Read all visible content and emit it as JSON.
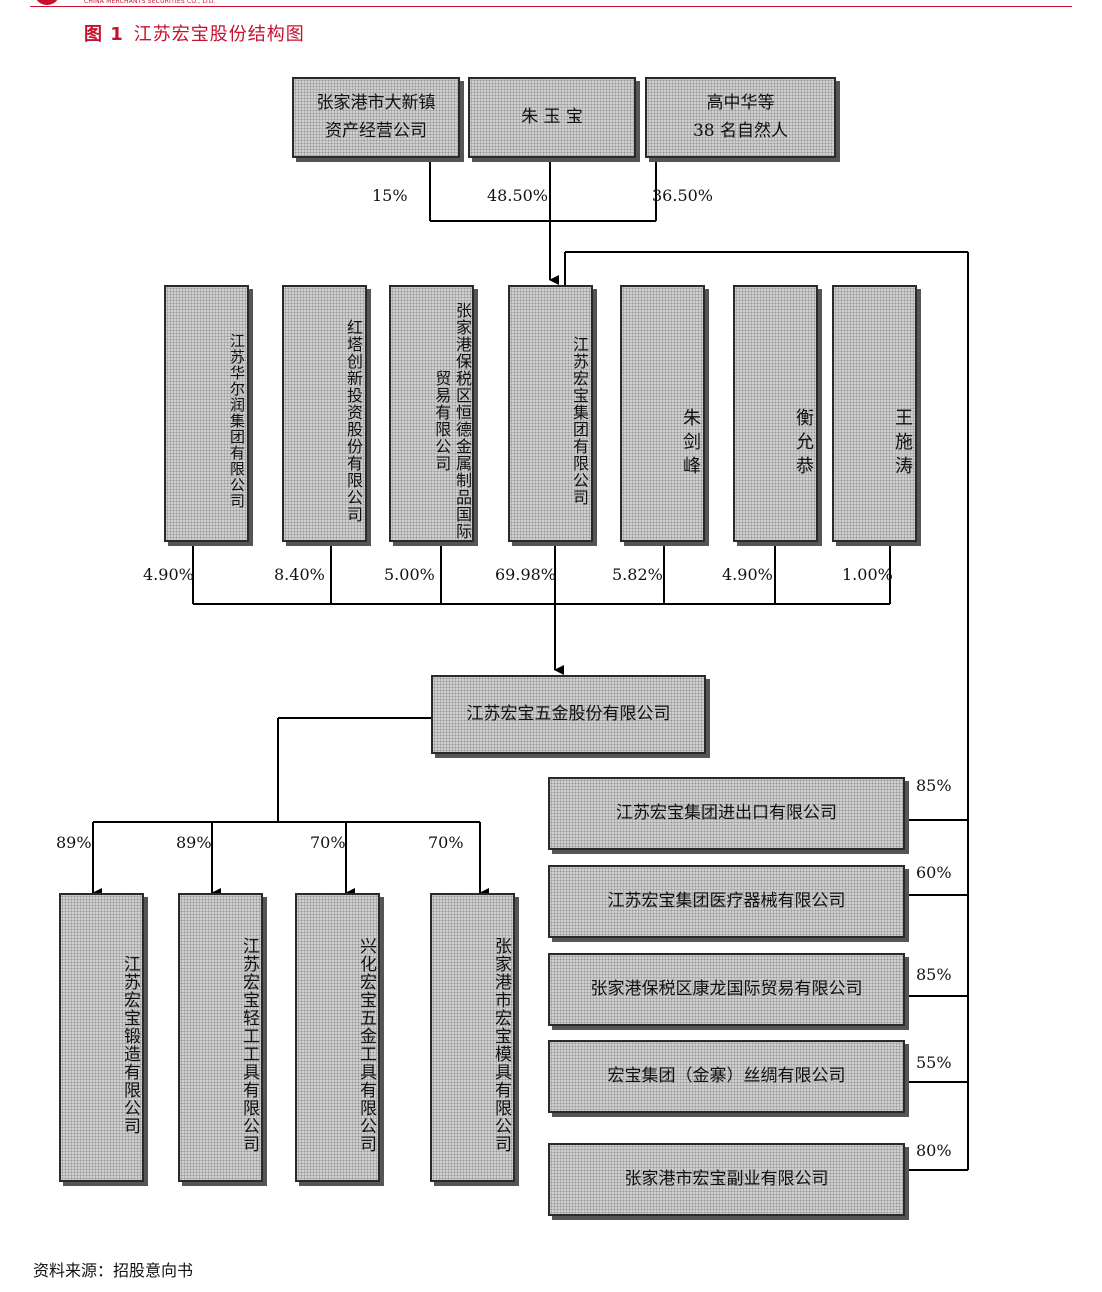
{
  "figure": {
    "number": "图 1",
    "title": "江苏宏宝股份结构图",
    "source": "资料来源：招股意向书"
  },
  "diagram": {
    "shareholders": [
      {
        "name": "张家港市大新镇\n资产经营公司",
        "pct": "15%"
      },
      {
        "name": "朱  玉  宝",
        "pct": "48.50%"
      },
      {
        "name": "高中华等\n38 名自然人",
        "pct": "36.50%"
      }
    ],
    "holders": [
      {
        "name": "江苏华尔润集团有限公司",
        "pct": "4.90%"
      },
      {
        "name": "红塔创新投资股份有限公司",
        "pct": "8.40%"
      },
      {
        "name": "张家港保税区恒德金属制品国际贸易有限公司",
        "pct": "5.00%"
      },
      {
        "name": "江苏宏宝集团有限公司",
        "pct": "69.98%"
      },
      {
        "name": "朱剑峰",
        "pct": "5.82%"
      },
      {
        "name": "衡允恭",
        "pct": "4.90%"
      },
      {
        "name": "王施涛",
        "pct": "1.00%"
      }
    ],
    "company": "江苏宏宝五金股份有限公司",
    "subsidiaries": [
      {
        "name": "江苏宏宝锻造有限公司",
        "pct": "89%"
      },
      {
        "name": "江苏宏宝轻工工具有限公司",
        "pct": "89%"
      },
      {
        "name": "兴化宏宝五金工具有限公司",
        "pct": "70%"
      },
      {
        "name": "张家港市宏宝模具有限公司",
        "pct": "70%"
      }
    ],
    "group_subsidiaries": [
      {
        "name": "江苏宏宝集团进出口有限公司",
        "pct": "85%"
      },
      {
        "name": "江苏宏宝集团医疗器械有限公司",
        "pct": "60%"
      },
      {
        "name": "张家港保税区康龙国际贸易有限公司",
        "pct": "85%"
      },
      {
        "name": "宏宝集团（金寨）丝绸有限公司",
        "pct": "55%"
      },
      {
        "name": "张家港市宏宝副业有限公司",
        "pct": "80%"
      }
    ]
  }
}
